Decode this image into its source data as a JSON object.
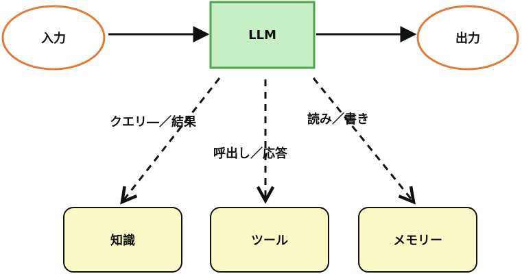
{
  "nodes": {
    "input": {
      "label": "入力"
    },
    "llm": {
      "label": "LLM"
    },
    "output": {
      "label": "出力"
    },
    "knowledge": {
      "label": "知識"
    },
    "tool": {
      "label": "ツール"
    },
    "memory": {
      "label": "メモリー"
    }
  },
  "edges": {
    "query_result": {
      "label": "クエリ―／結果"
    },
    "call_response": {
      "label": "呼出し／応答"
    },
    "read_write": {
      "label": "読み／書き"
    }
  },
  "colors": {
    "ellipse_stroke": "#e07b39",
    "llm_fill": "#c6efc6",
    "llm_stroke": "#4aa84a",
    "box_fill": "#fafac8",
    "box_stroke": "#111111",
    "arrow": "#111111"
  }
}
